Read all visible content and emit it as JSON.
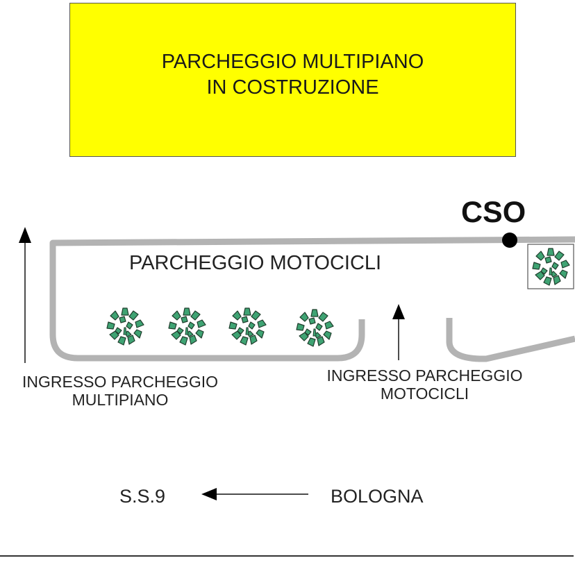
{
  "construction": {
    "line1": "PARCHEGGIO MULTIPIANO",
    "line2": "IN COSTRUZIONE",
    "color": "#ffff00"
  },
  "labels": {
    "cso": "CSO",
    "moto_lot": "PARCHEGGIO MOTOCICLI",
    "entrance_multi_line1": "INGRESSO PARCHEGGIO",
    "entrance_multi_line2": "MULTIPIANO",
    "entrance_moto_line1": "INGRESSO PARCHEGGIO",
    "entrance_moto_line2": "MOTOCICLI",
    "destination_left": "S.S.9",
    "destination_right": "BOLOGNA"
  },
  "colors": {
    "road": "#b3b3b3",
    "tree_leaf": "#3fa373",
    "tree_outline": "#1f3d2c",
    "marker": "#000000"
  },
  "icons": {
    "tree": "tree-icon",
    "location": "location-dot-icon",
    "arrow": "arrow-icon"
  }
}
